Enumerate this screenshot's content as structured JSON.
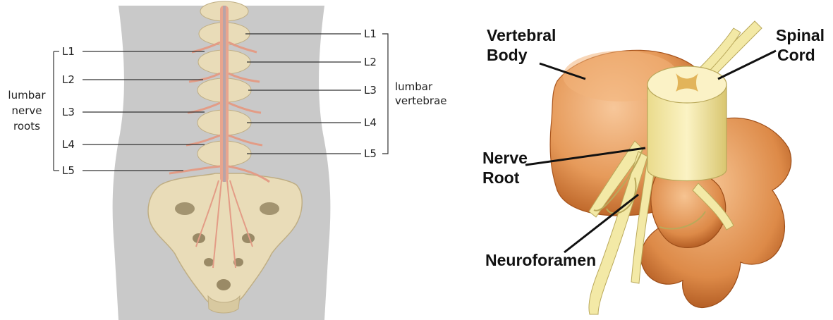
{
  "left_panel": {
    "left_group_label": [
      "lumbar",
      "nerve",
      "roots"
    ],
    "right_group_label": [
      "lumbar",
      "vertebrae"
    ],
    "nerve_root_labels": [
      "L1",
      "L2",
      "L3",
      "L4",
      "L5"
    ],
    "vertebra_labels": [
      "L1",
      "L2",
      "L3",
      "L4",
      "L5"
    ]
  },
  "right_panel": {
    "vertebral_body": [
      "Vertebral",
      "Body"
    ],
    "spinal_cord": [
      "Spinal",
      "Cord"
    ],
    "nerve_root": [
      "Nerve",
      "Root"
    ],
    "neuroforamen": "Neuroforamen"
  },
  "colors": {
    "torso": "#c9c9c9",
    "bone": "#e9dcb8",
    "bone_shadow": "#bfae84",
    "spinal_cord": "#e8a58e",
    "nerve": "#e39c86",
    "vertebra_orange": "#e8a064",
    "vertebra_dark": "#c46a2c",
    "nerve_yellow": "#f3e9a6"
  }
}
